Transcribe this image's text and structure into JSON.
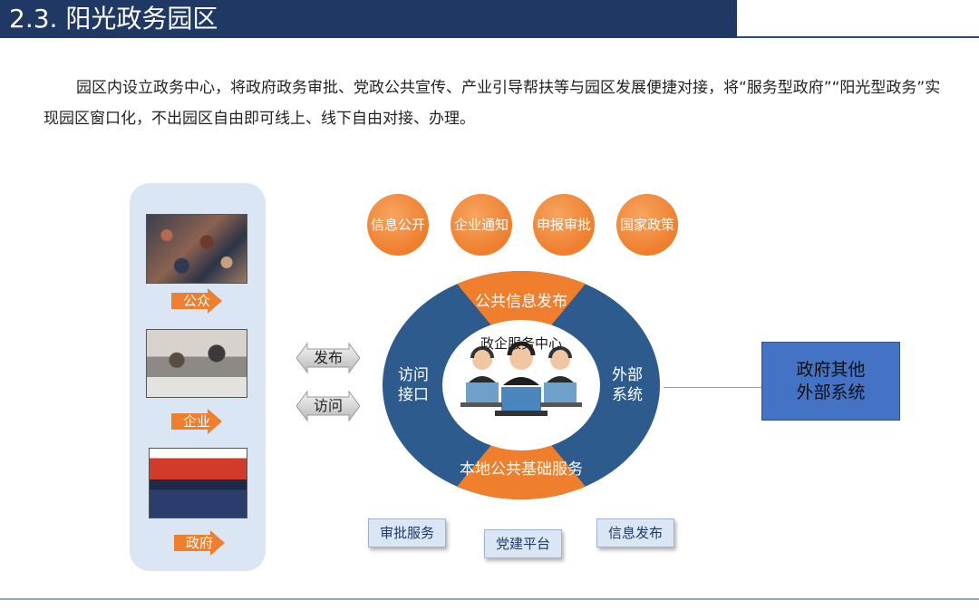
{
  "header": {
    "title": "2.3. 阳光政务园区"
  },
  "intro": "园区内设立政务中心，将政府政务审批、党政公共宣传、产业引导帮扶等与园区发展便捷对接，将“服务型政府”“阳光型政务”实现园区窗口化，不出园区自由即可线上、线下自由对接、办理。",
  "left_panel": {
    "items": [
      {
        "label": "公众"
      },
      {
        "label": "企业"
      },
      {
        "label": "政府"
      }
    ]
  },
  "channels": {
    "publish": "发布",
    "visit": "访问"
  },
  "topics": [
    "信息公开",
    "企业通知",
    "申报审批",
    "国家政策"
  ],
  "ring": {
    "top": "公共信息发布",
    "left": "访问\n接口",
    "right": "外部\n系统",
    "bottom": "本地公共基础服务",
    "center": "政企服务中心"
  },
  "external_box": {
    "line1": "政府其他",
    "line2": "外部系统"
  },
  "bottom_boxes": [
    "审批服务",
    "党建平台",
    "信息发布"
  ],
  "colors": {
    "title_bar": "#1f3864",
    "orange": "#ef7e2d",
    "ring_blue": "#2e5b8e",
    "box_blue": "#4472c4",
    "panel": "#dae6f3"
  }
}
